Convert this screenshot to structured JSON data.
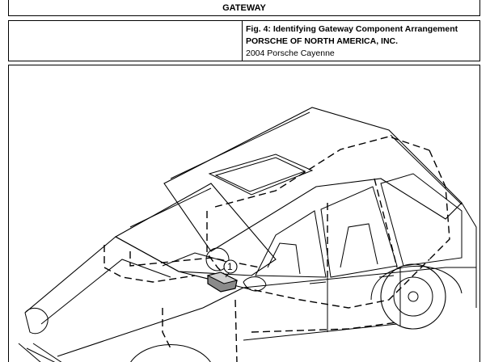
{
  "header": {
    "title": "GATEWAY"
  },
  "caption": {
    "figure_title": "Fig. 4: Identifying Gateway Component Arrangement",
    "organization": "PORSCHE OF NORTH AMERICA, INC.",
    "vehicle": "2004 Porsche Cayenne"
  },
  "figure": {
    "callouts": [
      {
        "label": "1"
      }
    ]
  }
}
